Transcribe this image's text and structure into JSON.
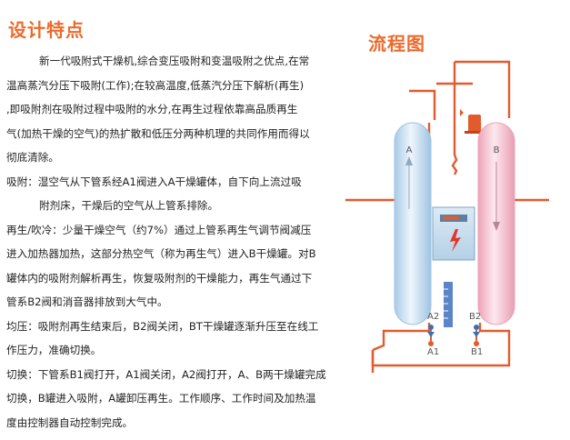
{
  "left_title": "设计特点",
  "right_title": "流程图",
  "intro_lines": [
    "新一代吸附式干燥机,综合变压吸附和变温吸附之优点,在常",
    "温高蒸汽分压下吸附(工作);在较高温度,低蒸汽分压下解析(再生)",
    ",即吸附剂在吸附过程中吸附的水分,在再生过程依靠高品质再生",
    "气(加热干燥的空气)的热扩散和低压分两种机理的共同作用而得以",
    "彻底清除。"
  ],
  "adsorb_lines": [
    "吸附：湿空气从下管系经A1阀进入A干燥罐体，自下向上流过吸",
    "附剂床，干燥后的空气从上管系排除。"
  ],
  "regen_lines": [
    "再生/吹冷：少量干燥空气（约7%）通过上管系再生气调节阀减压",
    "进入加热器加热，这部分热空气（称为再生气）进入B干燥罐。对B",
    "罐体内的吸附剂解析再生，恢复吸附剂的干燥能力，再生气通过下",
    "管系B2阀和消音器排放到大气中。"
  ],
  "equal_lines": [
    "均压：吸附剂再生结束后，B2阀关闭，BT干燥罐逐渐升压至在线工",
    "作压力，准确切换。"
  ],
  "switch_lines": [
    "切换：下管系B1阀打开，A1阀关闭，A2阀打开，A、B两干燥罐完成",
    "切换，B罐进入吸附，A罐卸压再生。工作顺序、工作时间及加热温",
    "度由控制器自动控制完成。"
  ],
  "diagram": {
    "tank_a": "A",
    "tank_b": "B",
    "valve_a2": "A2",
    "valve_b2": "B2",
    "valve_a1": "A1",
    "valve_b1": "B1"
  },
  "colors": {
    "title": "#ec6a2c",
    "pipe": "#e25b2f",
    "tank_a": "#cfe3f1",
    "tank_b": "#f4c6d3"
  }
}
